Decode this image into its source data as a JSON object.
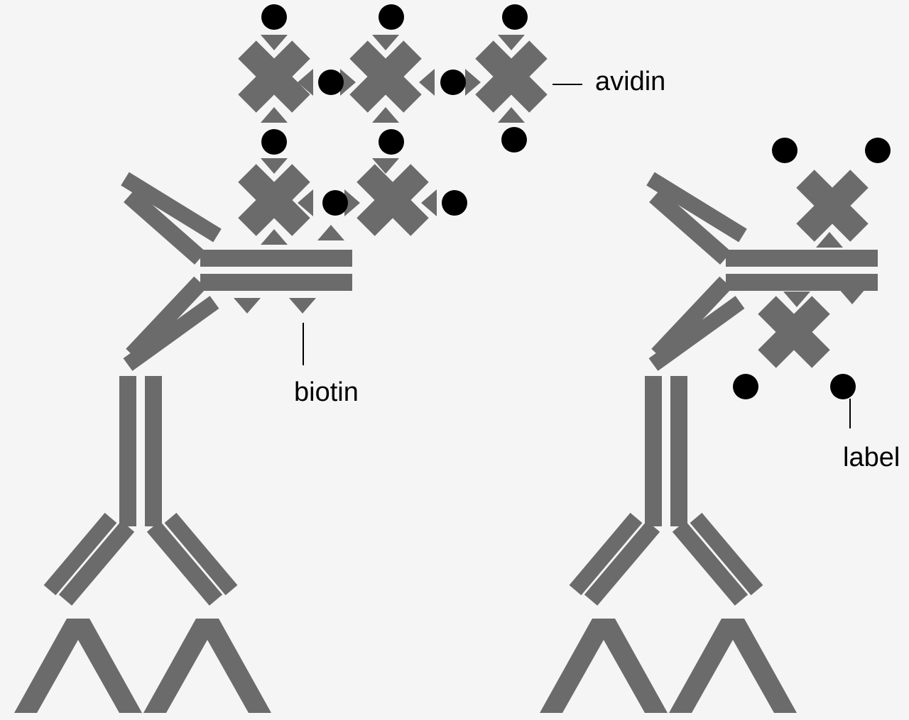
{
  "labels": {
    "avidin": "avidin",
    "biotin": "biotin",
    "label": "label"
  },
  "colors": {
    "background": "#f5f5f5",
    "protein": "#6b6b6b",
    "label_dot": "#000000",
    "text": "#000000"
  }
}
